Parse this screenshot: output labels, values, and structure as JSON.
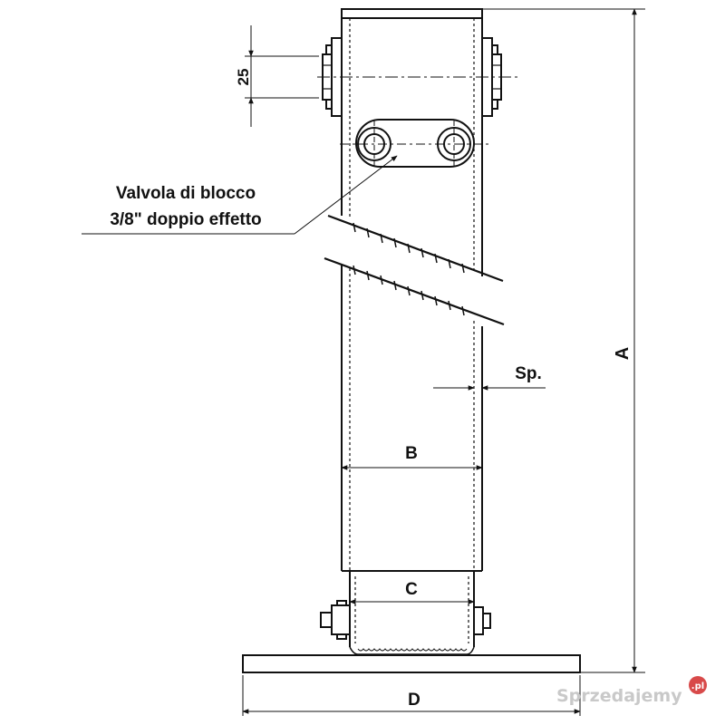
{
  "annotation": {
    "line1": "Valvola di blocco",
    "line2": "3/8\" doppio effetto"
  },
  "dimensions": {
    "pitch": "25",
    "height": "A",
    "tube_width": "B",
    "inner_tube_width": "C",
    "base_width": "D",
    "wall_thickness": "Sp."
  },
  "watermark": {
    "text": "Sprzedajemy",
    "suffix": ".pl"
  },
  "colors": {
    "stroke": "#111111",
    "watermark": "#c9c9c9",
    "watermark_badge": "#d84a4a"
  }
}
